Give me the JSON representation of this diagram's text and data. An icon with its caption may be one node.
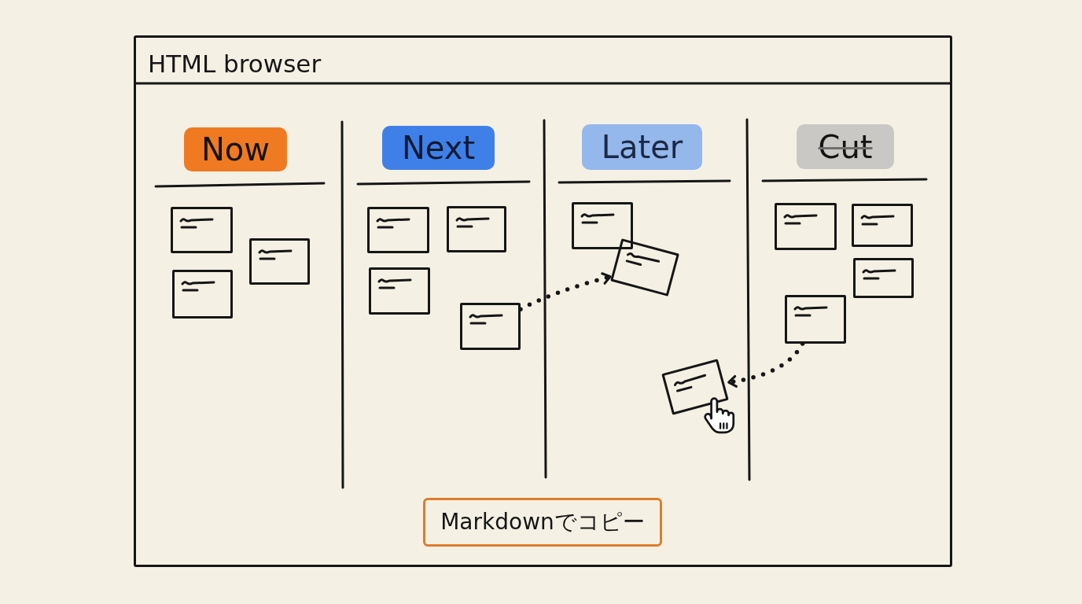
{
  "diagram": {
    "nodes": [
      {
        "text": [
          "HTML browser"
        ]
      },
      {
        "text": [
          "Now"
        ],
        "in": 0
      },
      {
        "text": [
          "Next"
        ],
        "in": 0
      },
      {
        "text": [
          "Later"
        ],
        "in": 0
      },
      {
        "text": [
          "Cut"
        ],
        "in": 0
      },
      {
        "text": [],
        "shape": "box",
        "in": 0
      },
      {
        "text": [],
        "shape": "box",
        "in": 0
      },
      {
        "text": [],
        "shape": "box",
        "in": 0
      },
      {
        "text": [],
        "shape": "box",
        "in": 0
      },
      {
        "text": [],
        "shape": "box",
        "in": 0
      },
      {
        "text": [],
        "shape": "box",
        "in": 0
      },
      {
        "text": [],
        "shape": "box",
        "in": 0
      },
      {
        "text": [],
        "shape": "box",
        "in": 0
      },
      {
        "text": [],
        "shape": "box",
        "in": 0
      },
      {
        "text": [],
        "shape": "box",
        "in": 0
      },
      {
        "text": [],
        "shape": "box",
        "in": 0
      },
      {
        "text": [],
        "shape": "box",
        "in": 0
      },
      {
        "text": [],
        "shape": "box",
        "in": 0
      },
      {
        "text": [],
        "shape": "box",
        "in": 0
      },
      {
        "text": [
          "Markdownでコピー"
        ],
        "in": 0
      }
    ],
    "edges": [
      {
        "from": 11,
        "to": 13,
        "arrow": "to",
        "style": "dashed"
      },
      {
        "from": 18,
        "to": 14,
        "arrow": "to",
        "style": "dashed"
      }
    ]
  }
}
